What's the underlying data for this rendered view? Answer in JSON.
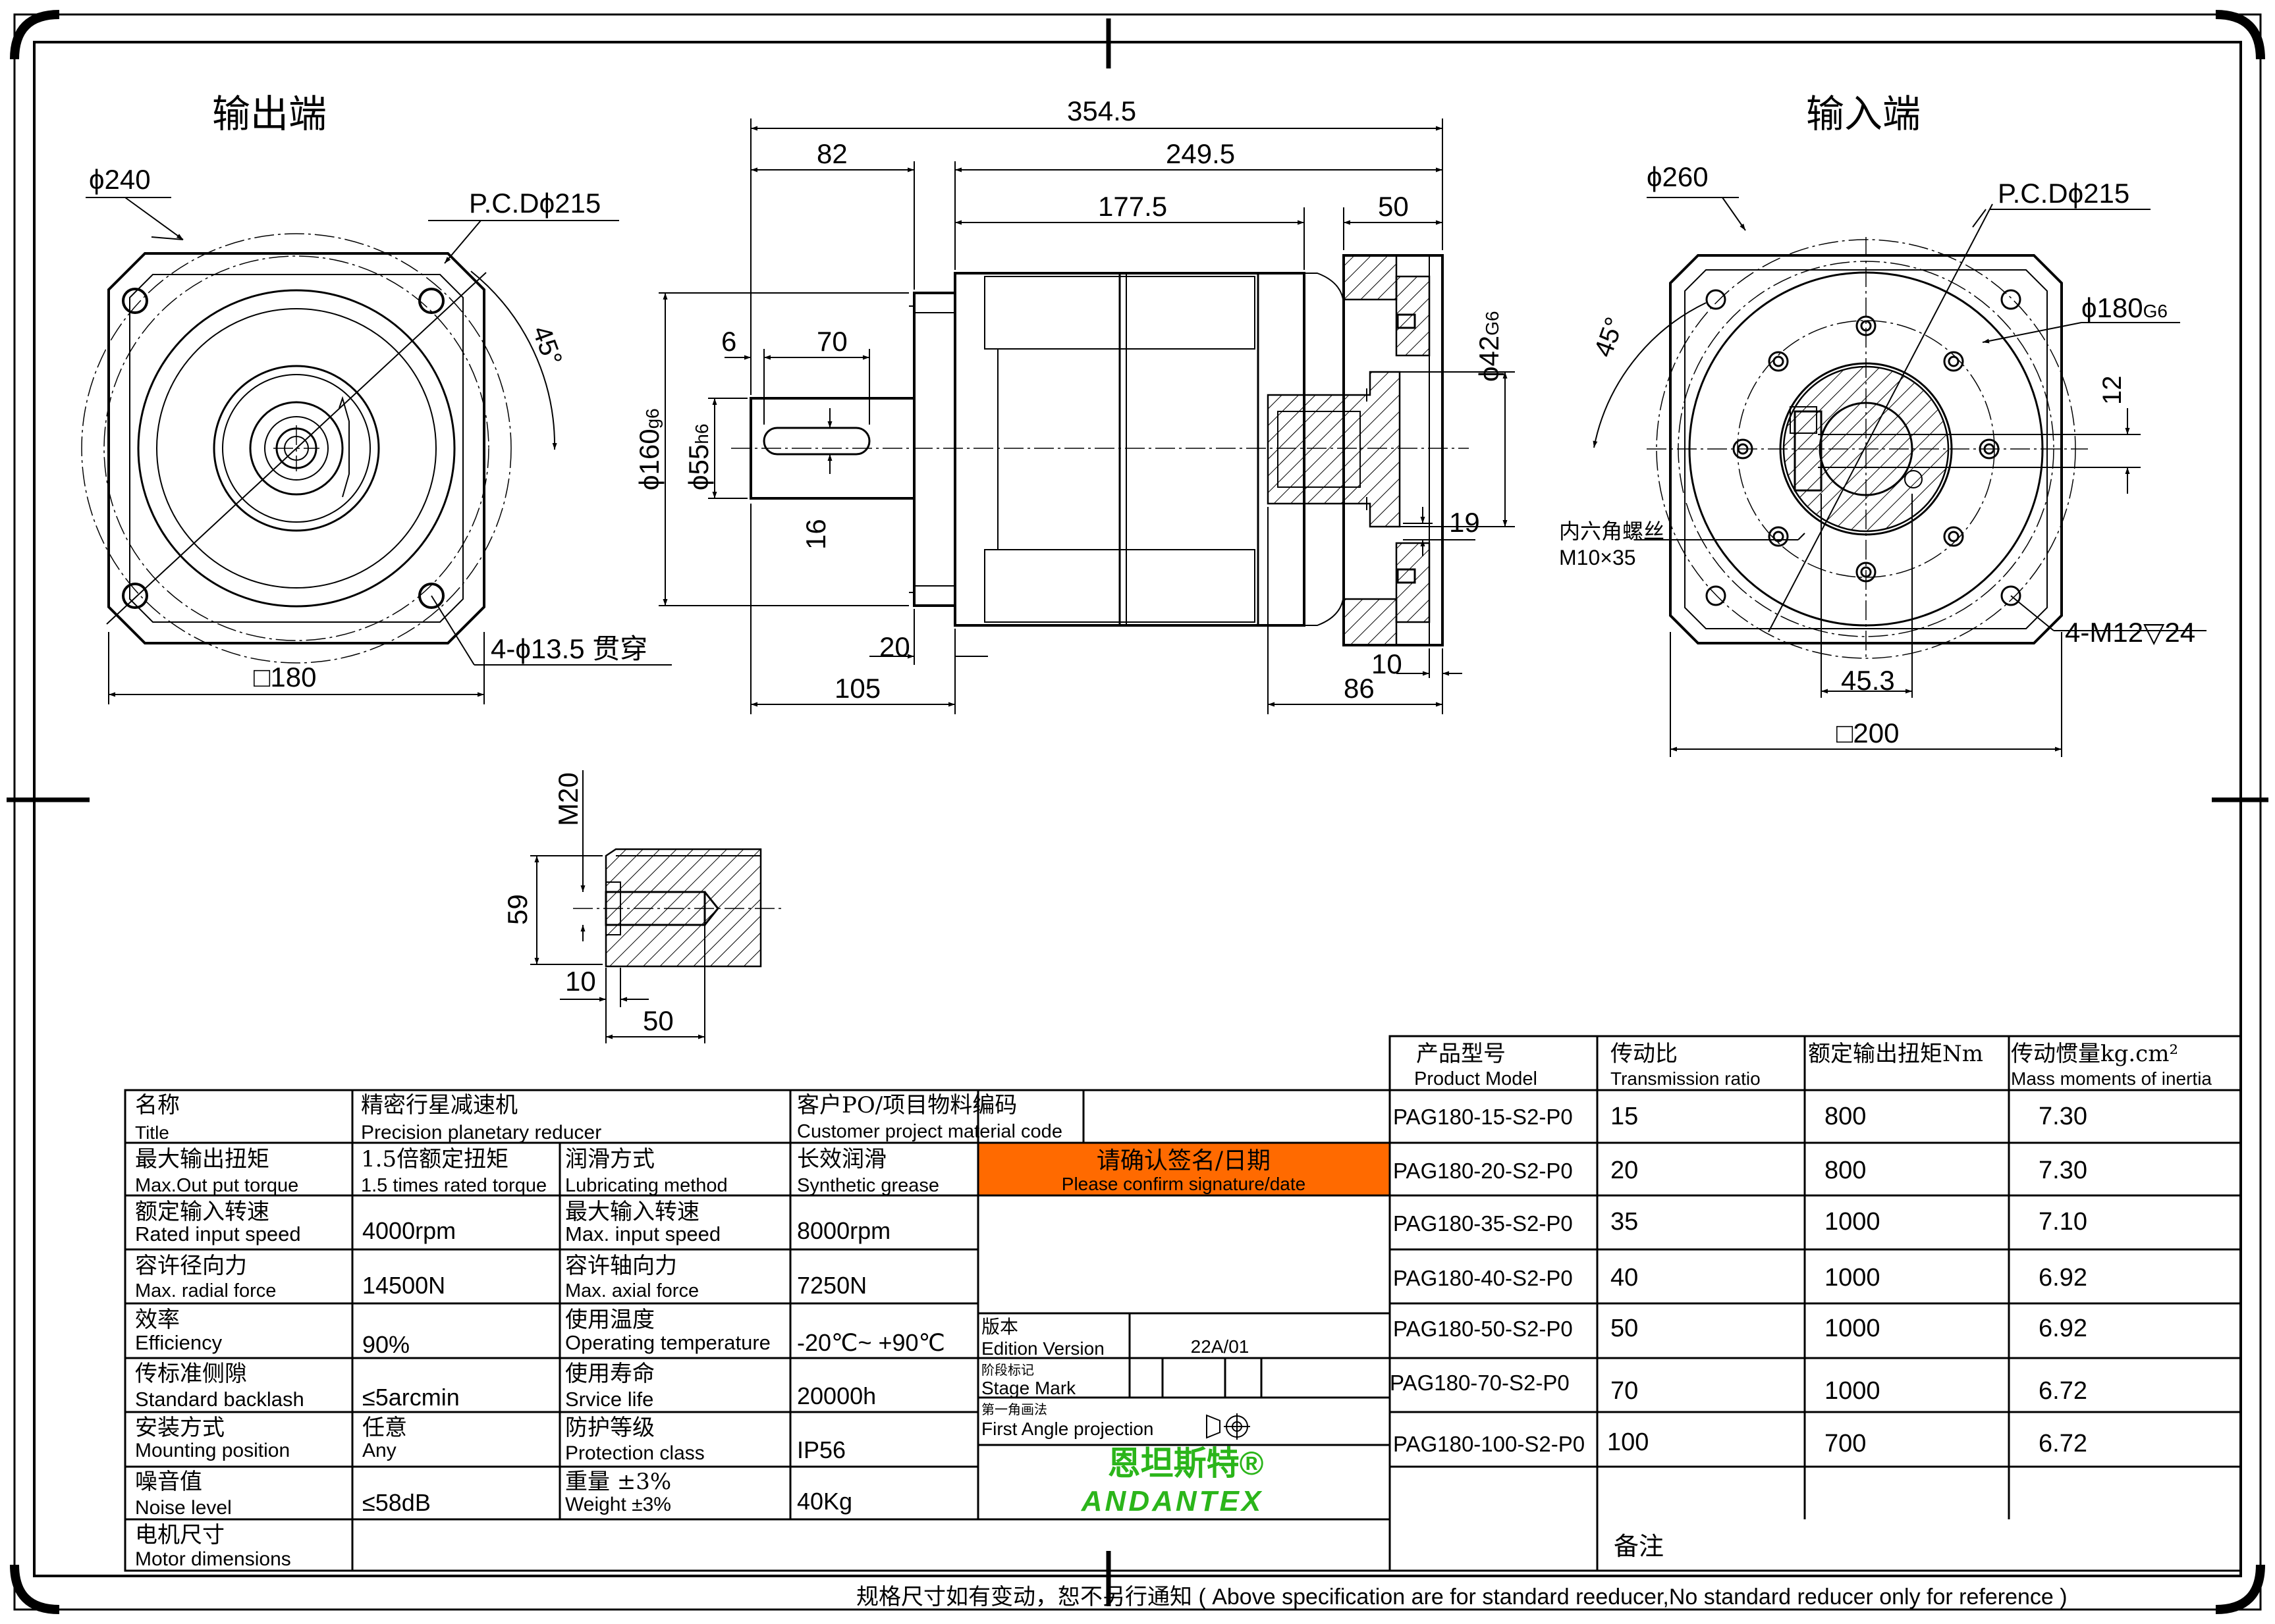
{
  "views": {
    "output_end_label": "输出端",
    "input_end_label": "输入端"
  },
  "dims_output": {
    "d240": "ϕ240",
    "pcd215": "P.C.Dϕ215",
    "angle45": "45°",
    "holes": "4-ϕ13.5  贯穿",
    "sq180": "□180"
  },
  "dims_side": {
    "total": "354.5",
    "d82": "82",
    "d249_5": "249.5",
    "d177_5": "177.5",
    "d50": "50",
    "d6": "6",
    "d70": "70",
    "d16": "16",
    "d20": "20",
    "d105": "105",
    "d10": "10",
    "d86": "86",
    "d19": "19",
    "d160": "ϕ160",
    "d160_tol": "g6",
    "d55": "ϕ55",
    "d55_tol": "h6",
    "d42": "ϕ42",
    "d42_tol": "G6"
  },
  "dims_input": {
    "d260": "ϕ260",
    "pcd215": "P.C.Dϕ215",
    "d180": "ϕ180",
    "d180_tol": "G6",
    "angle45": "45°",
    "d12": "12",
    "screw_cn": "内六角螺丝",
    "screw": "M10×35",
    "holes": "4-M12▽24",
    "d45_3": "45.3",
    "sq200": "□200"
  },
  "dims_detail": {
    "m20": "M20",
    "d59": "59",
    "d10": "10",
    "d50": "50"
  },
  "spec_table": {
    "rows": [
      {
        "l1_cn": "名称",
        "l1_en": "Title",
        "v1_cn": "精密行星减速机",
        "v1_en": "Precision planetary reducer",
        "l2_cn": "客户PO/项目物料编码",
        "l2_en": "Customer project material code",
        "v2": ""
      },
      {
        "l1_cn": "最大输出扭矩",
        "l1_en": "Max.Out put torque",
        "v1_cn": "1.5倍额定扭矩",
        "v1_en": "1.5 times rated torque",
        "l2_cn": "润滑方式",
        "l2_en": "Lubricating method",
        "v2_cn": "长效润滑",
        "v2_en": "Synthetic grease"
      },
      {
        "l1_cn": "额定输入转速",
        "l1_en": "Rated input speed",
        "v1": "4000rpm",
        "l2_cn": "最大输入转速",
        "l2_en": "Max. input speed",
        "v2": "8000rpm"
      },
      {
        "l1_cn": "容许径向力",
        "l1_en": "Max. radial force",
        "v1": "14500N",
        "l2_cn": "容许轴向力",
        "l2_en": "Max. axial force",
        "v2": "7250N"
      },
      {
        "l1_cn": "效率",
        "l1_en": "Efficiency",
        "v1": "90%",
        "l2_cn": "使用温度",
        "l2_en": "Operating temperature",
        "v2": "-20℃~ +90℃"
      },
      {
        "l1_cn": "传标准侧隙",
        "l1_en": "Standard backlash",
        "v1": "≤5arcmin",
        "l2_cn": "使用寿命",
        "l2_en": "Srvice life",
        "v2": "20000h"
      },
      {
        "l1_cn": "安装方式",
        "l1_en": "Mounting position",
        "v1_cn": "任意",
        "v1_en": "Any",
        "l2_cn": "防护等级",
        "l2_en": "Protection class",
        "v2": "IP56"
      },
      {
        "l1_cn": "噪音值",
        "l1_en": "Noise level",
        "v1": "≤58dB",
        "l2_cn": "重量 ±3%",
        "l2_en": "Weight ±3%",
        "v2": "40Kg"
      },
      {
        "l1_cn": "电机尺寸",
        "l1_en": "Motor dimensions"
      }
    ]
  },
  "confirm": {
    "cn": "请确认签名/日期",
    "en": "Please confirm signature/date",
    "color": "#ff6a00"
  },
  "edition": {
    "label_cn": "版本",
    "label_en": "Edition Version",
    "value": "22A/01",
    "stage_cn": "阶段标记",
    "stage_en": "Stage Mark",
    "proj_cn": "第一角画法",
    "proj_en": "First Angle projection"
  },
  "brand": {
    "cn": "恩坦斯特®",
    "en": "ANDANTEX",
    "color": "#2bb51a"
  },
  "model_table": {
    "headers": [
      {
        "cn": "产品型号",
        "en": "Product Model"
      },
      {
        "cn": "传动比",
        "en": "Transmission ratio"
      },
      {
        "cn": "额定输出扭矩Nm",
        "en": ""
      },
      {
        "cn": "传动惯量kg.cm²",
        "en": "Mass moments of inertia"
      }
    ],
    "rows": [
      {
        "model": "PAG180-15-S2-P0",
        "ratio": "15",
        "torque": "800",
        "inertia": "7.30"
      },
      {
        "model": "PAG180-20-S2-P0",
        "ratio": "20",
        "torque": "800",
        "inertia": "7.30"
      },
      {
        "model": "PAG180-35-S2-P0",
        "ratio": "35",
        "torque": "1000",
        "inertia": "7.10"
      },
      {
        "model": "PAG180-40-S2-P0",
        "ratio": "40",
        "torque": "1000",
        "inertia": "6.92"
      },
      {
        "model": "PAG180-50-S2-P0",
        "ratio": "50",
        "torque": "1000",
        "inertia": "6.92"
      },
      {
        "model": "PAG180-70-S2-P0",
        "ratio": "70",
        "torque": "1000",
        "inertia": "6.72"
      },
      {
        "model": "PAG180-100-S2-P0",
        "ratio": "100",
        "torque": "700",
        "inertia": "6.72"
      }
    ],
    "remark": "备注"
  },
  "footer": {
    "note": "规格尺寸如有变动，恕不另行通知  ( Above specification are for standard reeducer,No standard reducer only for reference )"
  }
}
